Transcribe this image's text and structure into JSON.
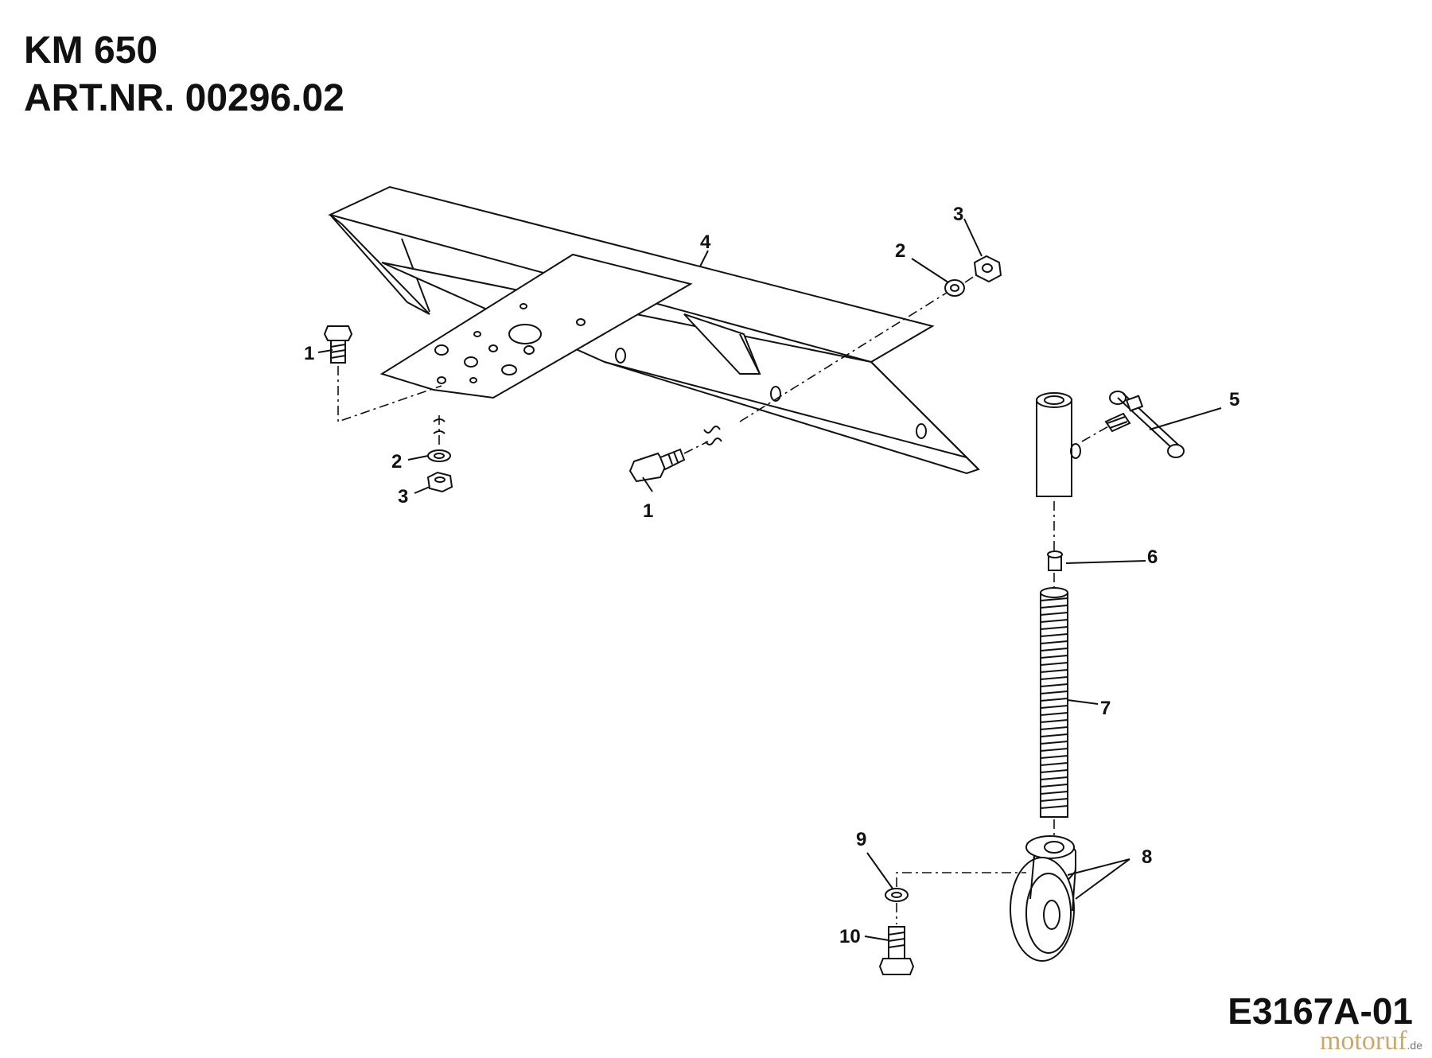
{
  "header": {
    "model": "KM 650",
    "article": "ART.NR. 00296.02"
  },
  "footer": {
    "drawing_code": "E3167A-01",
    "watermark_main": "motoruf",
    "watermark_tld": ".de"
  },
  "callouts": [
    {
      "id": "c1a",
      "text": "1"
    },
    {
      "id": "c1b",
      "text": "1"
    },
    {
      "id": "c2a",
      "text": "2"
    },
    {
      "id": "c2b",
      "text": "2"
    },
    {
      "id": "c3a",
      "text": "3"
    },
    {
      "id": "c3b",
      "text": "3"
    },
    {
      "id": "c4",
      "text": "4"
    },
    {
      "id": "c5",
      "text": "5"
    },
    {
      "id": "c6",
      "text": "6"
    },
    {
      "id": "c7",
      "text": "7"
    },
    {
      "id": "c8",
      "text": "8"
    },
    {
      "id": "c9",
      "text": "9"
    },
    {
      "id": "c10",
      "text": "10"
    }
  ]
}
